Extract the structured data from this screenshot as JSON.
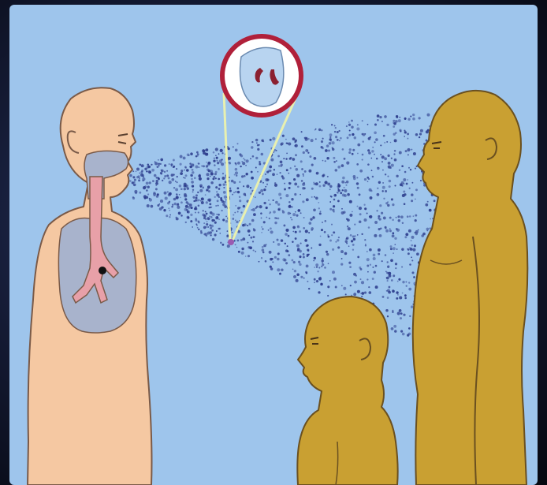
{
  "illustration": {
    "subject": "airborne-transmission",
    "colors": {
      "background": "#9EC5EC",
      "infected_skin": "#F5C8A2",
      "healthy_skin": "#C9A032",
      "healthy_skin_dark": "#B58A1F",
      "outline": "#4A3A2A",
      "lungs": "#A8B3CC",
      "airway": "#E8A0A8",
      "droplet_particles": "#2C3C8C",
      "magnifier_ring": "#B0203A",
      "pathogen": "#8B2030",
      "pointer_lines": "#E8F0B0"
    },
    "figures": [
      "infected-person",
      "child",
      "adult"
    ],
    "icons": [
      "magnifier-icon",
      "pathogen-icon",
      "lesion-icon"
    ]
  }
}
